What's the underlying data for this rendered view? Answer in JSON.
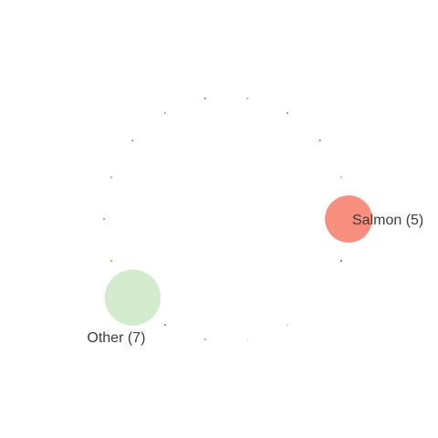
{
  "chart_data": {
    "type": "bubble-ring",
    "labelled_nodes": [
      {
        "label": "Salmon (5)",
        "name": "Salmon",
        "count": 5,
        "color": "#f88e7e",
        "ring_angle_deg": 0
      },
      {
        "label": "Other (7)",
        "name": "Other",
        "count": 7,
        "color": "#d2ebcc",
        "ring_angle_deg": 140
      }
    ],
    "small_nodes": [
      {
        "ring_angle_deg": -20,
        "color": "#e0b27a"
      },
      {
        "ring_angle_deg": -40,
        "color": "#8a8a8a"
      },
      {
        "ring_angle_deg": -60,
        "color": "#7aa7a0"
      },
      {
        "ring_angle_deg": -80,
        "color": "#8fbfb3"
      },
      {
        "ring_angle_deg": -100,
        "color": "#8a8a8a"
      },
      {
        "ring_angle_deg": -120,
        "color": "#7fc9c2"
      },
      {
        "ring_angle_deg": -140,
        "color": "#7aa7a0"
      },
      {
        "ring_angle_deg": -160,
        "color": "#a6a6a6"
      },
      {
        "ring_angle_deg": 180,
        "color": "#a6a6a6"
      },
      {
        "ring_angle_deg": 160,
        "color": "#e08a55"
      },
      {
        "ring_angle_deg": 120,
        "color": "#8a8a8a"
      },
      {
        "ring_angle_deg": 100,
        "color": "#a6a6a6"
      },
      {
        "ring_angle_deg": 80,
        "color": "#e5e5e5"
      },
      {
        "ring_angle_deg": 60,
        "color": "#d6dccc"
      },
      {
        "ring_angle_deg": 20,
        "color": "#6f7a8a"
      }
    ]
  }
}
